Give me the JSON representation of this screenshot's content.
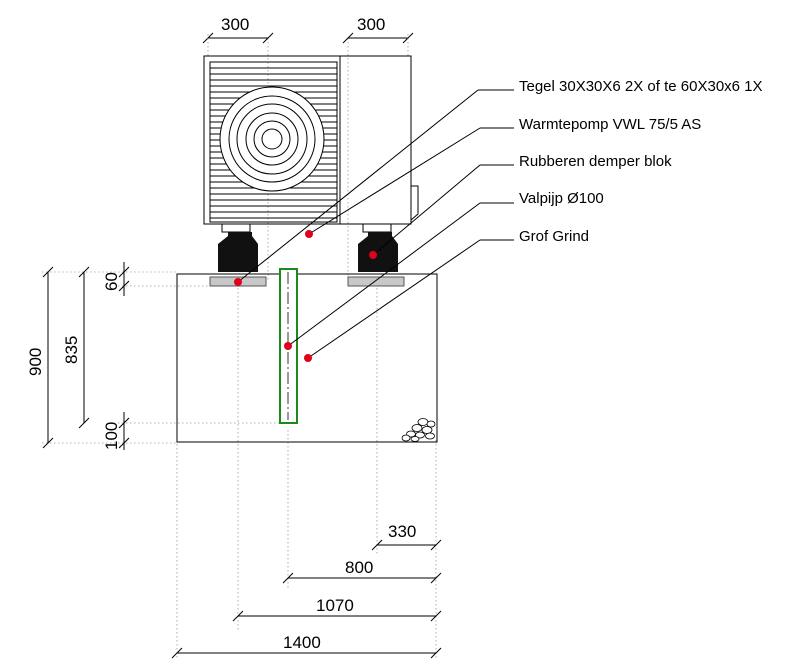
{
  "labels": {
    "tile": "Tegel 30X30X6 2X of te 60X30x6 1X",
    "heat_pump": "Warmtepomp VWL 75/5 AS",
    "damper": "Rubberen demper blok",
    "drain_pipe": "Valpijp Ø100",
    "gravel": "Grof Grind"
  },
  "dimensions": {
    "top_left": "300",
    "top_right": "300",
    "total_height": "900",
    "inner_height": "835",
    "tile_thickness": "60",
    "bottom_thickness": "100",
    "d330": "330",
    "d800": "800",
    "d1070": "1070",
    "d1400": "1400"
  },
  "colors": {
    "marker": "#e0001b",
    "pipe": "#1a8a1a",
    "tile": "#c8c8c8",
    "damper": "#111111"
  }
}
